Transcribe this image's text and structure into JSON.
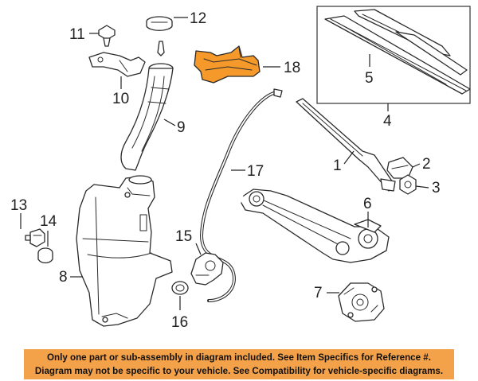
{
  "callouts": {
    "c1": "1",
    "c2": "2",
    "c3": "3",
    "c4": "4",
    "c5": "5",
    "c6": "6",
    "c7": "7",
    "c8": "8",
    "c9": "9",
    "c10": "10",
    "c11": "11",
    "c12": "12",
    "c13": "13",
    "c14": "14",
    "c15": "15",
    "c16": "16",
    "c17": "17",
    "c18": "18"
  },
  "colors": {
    "highlight": "#f59a2a",
    "banner": "#f4a24a"
  },
  "notice": {
    "line1": "Only one part or sub-assembly in diagram included. See Item Specifics for Reference #.",
    "line2": "Diagram may not be specific to your vehicle. See Compatibility for vehicle-specific diagrams."
  }
}
